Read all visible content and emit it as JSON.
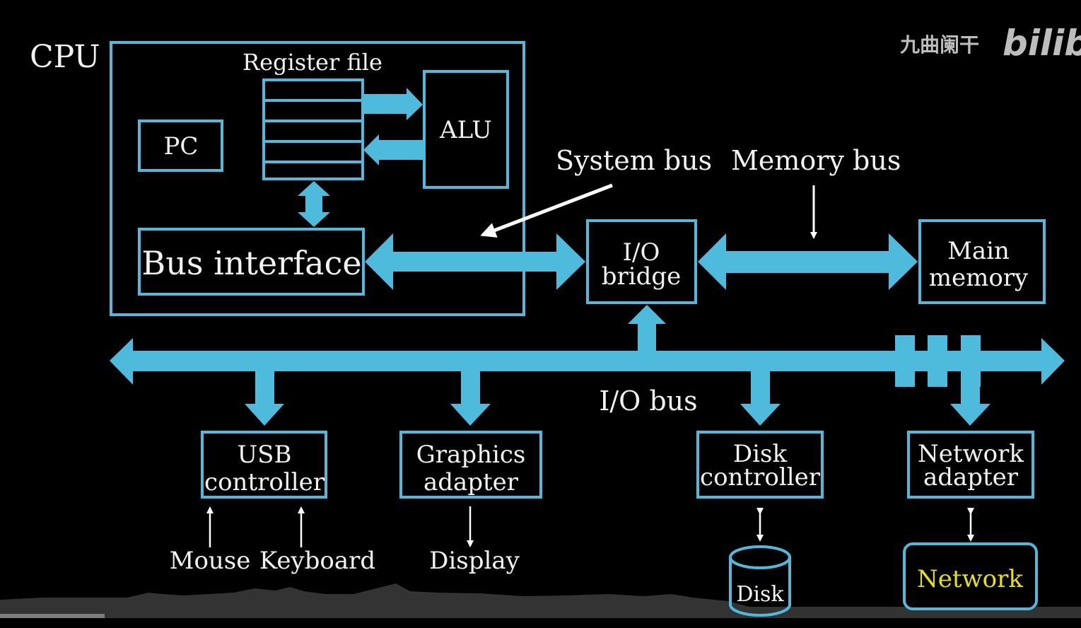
{
  "colors": {
    "background": "#000000",
    "accent": "#4ebadc",
    "text": "#f2f2f2",
    "highlight": "#e8e010",
    "watermark": "#bdbdbd",
    "footer_wave": "#333333"
  },
  "watermark": {
    "channel": "九曲阑干",
    "brand": "bilibili"
  },
  "cpu": {
    "label": "CPU",
    "register_file": "Register file",
    "register_count": 5,
    "alu": "ALU",
    "pc": "PC",
    "bus_interface": "Bus interface"
  },
  "buses": {
    "system_bus": "System bus",
    "memory_bus": "Memory bus",
    "io_bus": "I/O bus"
  },
  "io_bridge": {
    "line1": "I/O",
    "line2": "bridge"
  },
  "main_memory": {
    "line1": "Main",
    "line2": "memory"
  },
  "controllers": [
    {
      "line1": "USB",
      "line2": "controller"
    },
    {
      "line1": "Graphics",
      "line2": "adapter"
    },
    {
      "line1": "Disk",
      "line2": "controller"
    },
    {
      "line1": "Network",
      "line2": "adapter"
    }
  ],
  "devices": {
    "mouse": "Mouse",
    "keyboard": "Keyboard",
    "display": "Display",
    "disk": "Disk",
    "network": "Network"
  },
  "expansion_slots": 3
}
